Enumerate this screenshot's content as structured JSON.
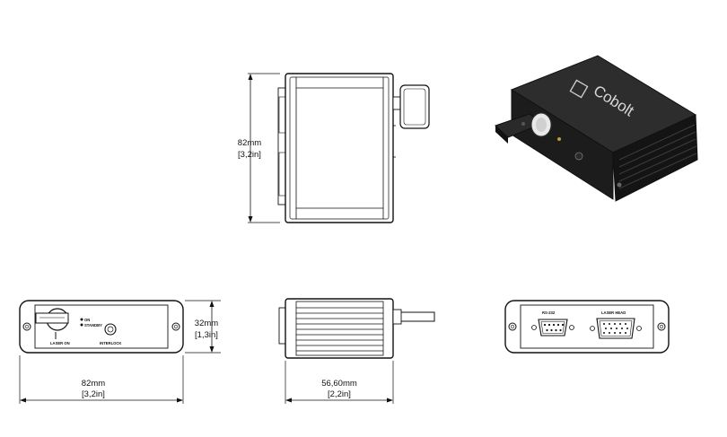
{
  "dimensions": {
    "top_height_mm": "82mm",
    "top_height_in": "[3,2in]",
    "front_height_mm": "32mm",
    "front_height_in": "[1,3in]",
    "front_width_mm": "82mm",
    "front_width_in": "[3,2in]",
    "side_width_mm": "56,60mm",
    "side_width_in": "[2,2in]"
  },
  "front_panel": {
    "switch_on": "ON",
    "switch_standby": "STANDBY",
    "laser_on": "LASER ON",
    "interlock": "INTERLOCK"
  },
  "rear_panel": {
    "rs232": "RS-232",
    "laser_head": "LASER HEAD"
  },
  "brand": {
    "logo_text": "Cobolt"
  }
}
